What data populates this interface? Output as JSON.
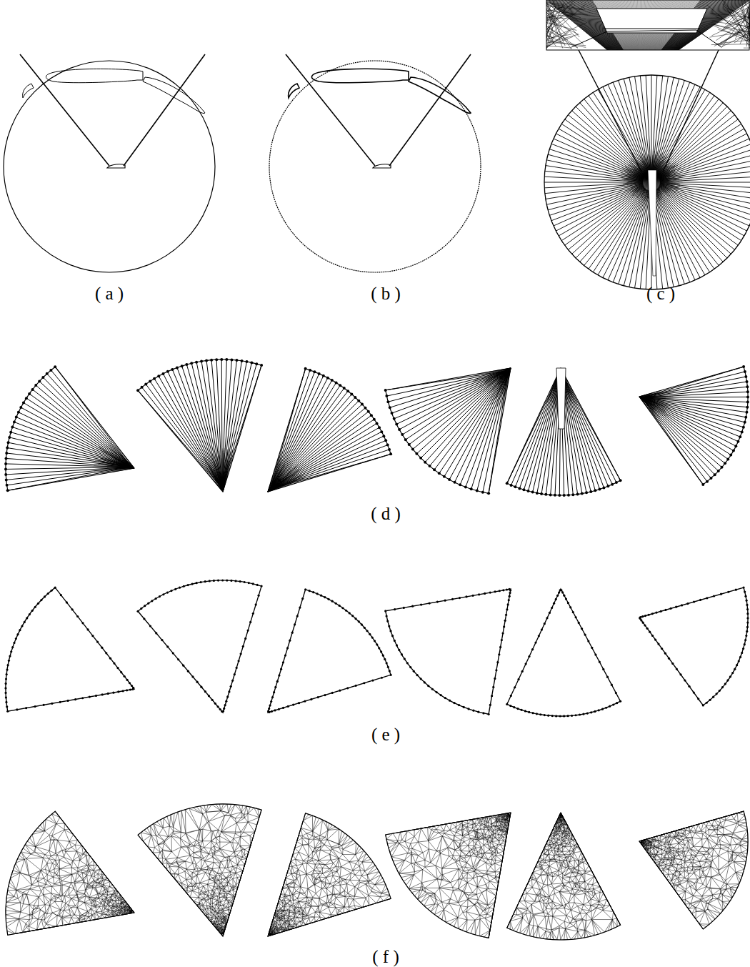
{
  "diagram": {
    "labels": [
      "( a )",
      "( b )",
      "( c )",
      "( d )",
      "( e )",
      "( f )"
    ]
  }
}
